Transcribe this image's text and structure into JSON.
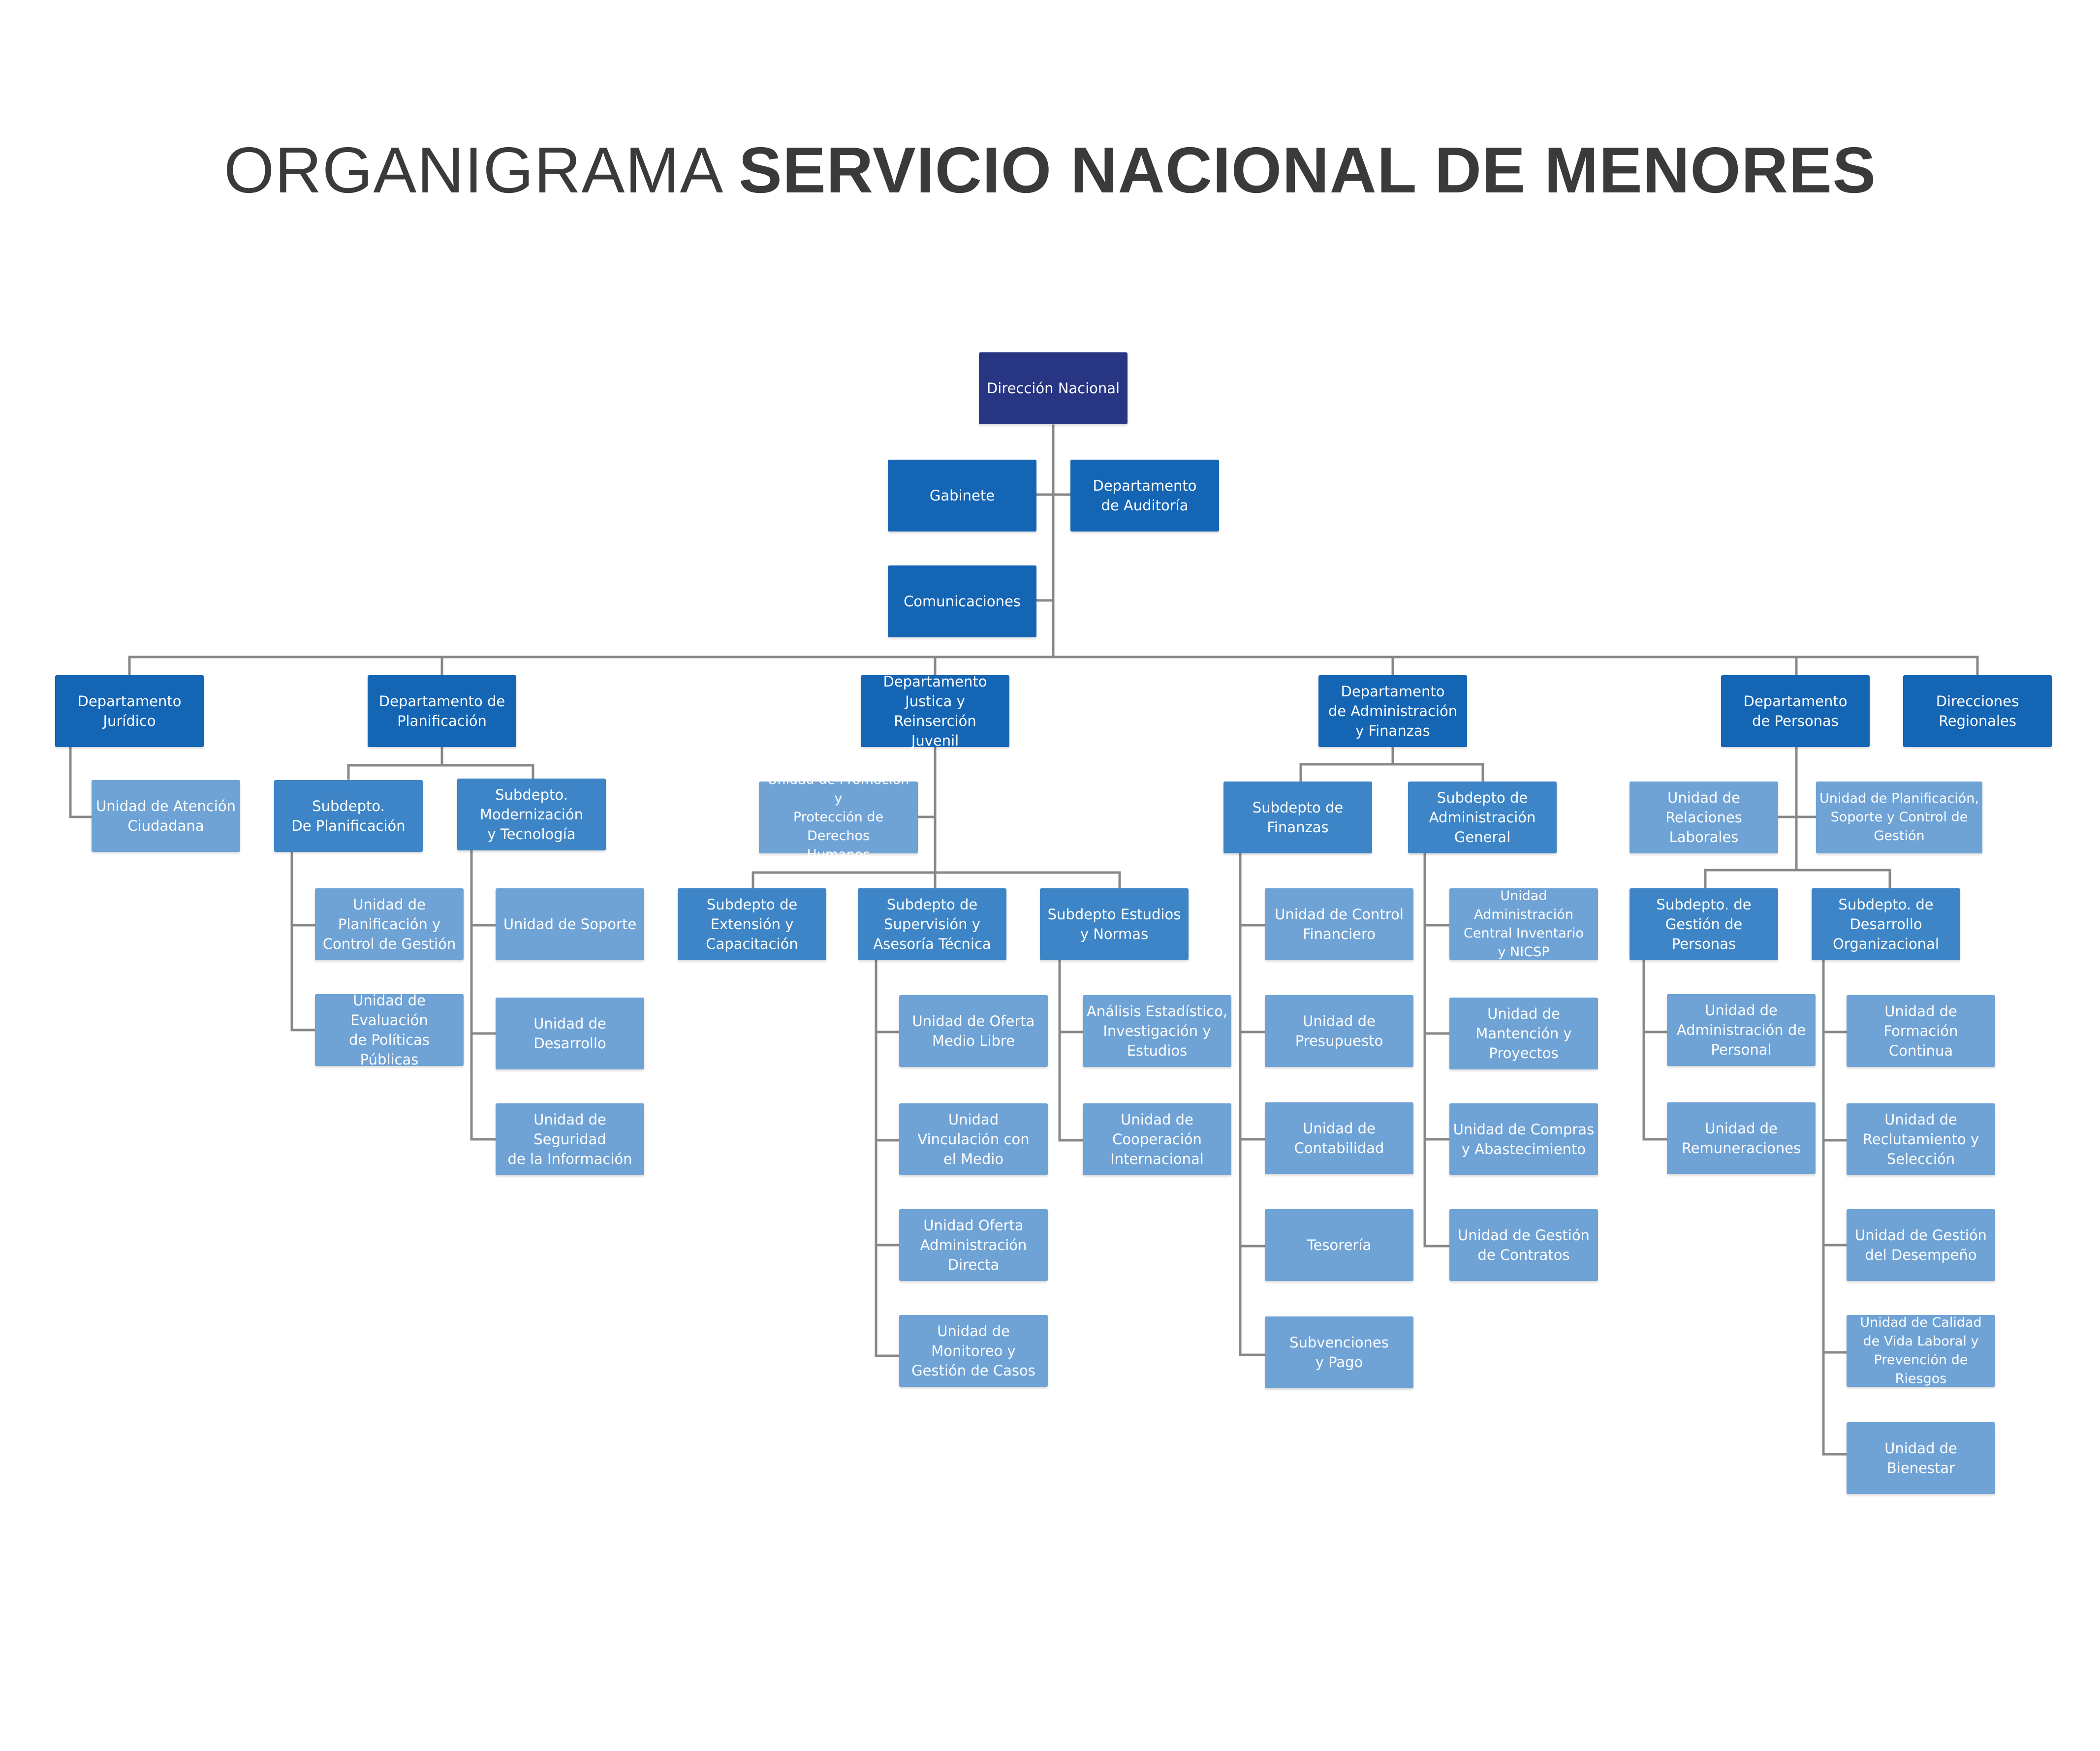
{
  "title": {
    "light": "ORGANIGRAMA ",
    "bold": "SERVICIO NACIONAL DE MENORES"
  },
  "colors": {
    "top": "#283583",
    "department": "#1565b5",
    "subdepartment": "#3d85c6",
    "unit": "#6fa3d6",
    "connector": "#888888"
  },
  "nodes": {
    "direccion_nacional": "Dirección Nacional",
    "gabinete": "Gabinete",
    "auditoria": "Departamento\nde Auditoría",
    "comunicaciones": "Comunicaciones",
    "juridico": "Departamento\nJurídico",
    "atencion_ciudadana": "Unidad de Atención\nCiudadana",
    "planificacion": "Departamento de\nPlanificación",
    "sub_planificacion": "Subdepto.\nDe Planificación",
    "sub_modernizacion": "Subdepto.\nModernización\ny Tecnología",
    "u_planif_control": "Unidad de\nPlanificación y\nControl de Gestión",
    "u_eval_politicas": "Unidad de Evaluación\nde Políticas Públicas",
    "u_soporte": "Unidad de Soporte",
    "u_desarrollo": "Unidad de Desarrollo",
    "u_seguridad": "Unidad de Seguridad\nde la Información",
    "justicia": "Departamento\nJustica y Reinserción\nJuvenil",
    "u_promocion": "Unidad de Promoción y\nProtección de Derechos\nHumanos",
    "sub_extension": "Subdepto de\nExtensión y\nCapacitación",
    "sub_supervision": "Subdepto de\nSupervisión y\nAsesoría Técnica",
    "sub_estudios": "Subdepto Estudios\ny Normas",
    "u_oferta_libre": "Unidad de Oferta\nMedio Libre",
    "u_vinculacion": "Unidad\nVinculación con\nel Medio",
    "u_oferta_directa": "Unidad Oferta\nAdministración\nDirecta",
    "u_monitoreo": "Unidad de\nMonitoreo y\nGestión de Casos",
    "u_analisis": "Análisis Estadístico,\nInvestigación y\nEstudios",
    "u_cooperacion": "Unidad de\nCooperación\nInternacional",
    "administracion": "Departamento\nde Administración\ny Finanzas",
    "sub_finanzas": "Subdepto de\nFinanzas",
    "sub_admin_general": "Subdepto de\nAdministración\nGeneral",
    "u_control_fin": "Unidad de Control\nFinanciero",
    "u_presupuesto": "Unidad de\nPresupuesto",
    "u_contabilidad": "Unidad de\nContabilidad",
    "u_tesoreria": "Tesorería",
    "u_subvenciones": "Subvenciones\ny Pago",
    "u_admin_inventario": "Unidad\nAdministración\nCentral Inventario\ny NICSP",
    "u_mantencion": "Unidad de\nMantención y\nProyectos",
    "u_compras": "Unidad de Compras\ny Abastecimiento",
    "u_contratos": "Unidad de Gestión\nde Contratos",
    "personas": "Departamento\nde Personas",
    "u_relaciones": "Unidad de Relaciones\nLaborales",
    "u_planif_soporte": "Unidad de Planificación,\nSoporte y Control de\nGestión",
    "sub_gestion_personas": "Subdepto. de\nGestión de Personas",
    "sub_desarrollo_org": "Subdepto. de\nDesarrollo\nOrganizacional",
    "u_admin_personal": "Unidad de\nAdministración de\nPersonal",
    "u_remuneraciones": "Unidad de\nRemuneraciones",
    "u_formacion": "Unidad de\nFormación  Continua",
    "u_reclutamiento": "Unidad de\nReclutamiento y\nSelección",
    "u_desempeno": "Unidad de Gestión\ndel Desempeño",
    "u_calidad_vida": "Unidad de Calidad\nde Vida Laboral y\nPrevención de Riesgos",
    "u_bienestar": "Unidad de Bienestar",
    "regionales": "Direcciones\nRegionales"
  }
}
